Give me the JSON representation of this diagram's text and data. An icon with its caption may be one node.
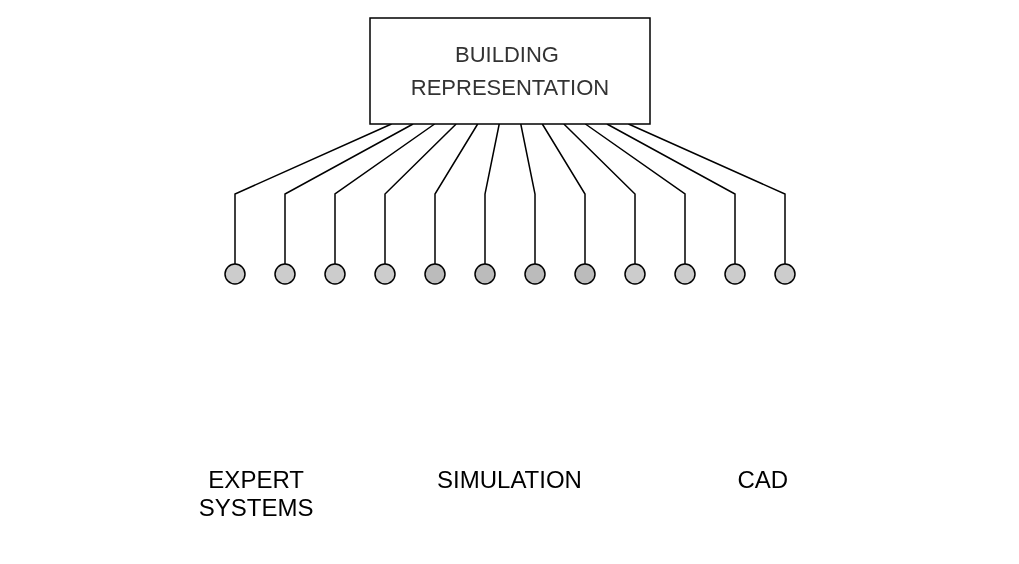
{
  "diagram": {
    "nodes": [
      {
        "text": [
          "BUILDING REPRESENTATION"
        ]
      },
      {
        "text": [],
        "shape": "circle"
      },
      {
        "text": [],
        "shape": "circle"
      },
      {
        "text": [],
        "shape": "circle"
      },
      {
        "text": [],
        "shape": "circle"
      },
      {
        "text": [],
        "shape": "circle"
      },
      {
        "text": [],
        "shape": "circle"
      },
      {
        "text": [],
        "shape": "circle"
      },
      {
        "text": [],
        "shape": "circle"
      },
      {
        "text": [],
        "shape": "circle"
      },
      {
        "text": [],
        "shape": "circle"
      },
      {
        "text": [],
        "shape": "circle"
      },
      {
        "text": [],
        "shape": "circle"
      }
    ],
    "edges": [
      {
        "from": 0,
        "to": 1,
        "arrow": "none"
      },
      {
        "from": 0,
        "to": 2,
        "arrow": "none"
      },
      {
        "from": 0,
        "to": 3,
        "arrow": "none"
      },
      {
        "from": 0,
        "to": 4,
        "arrow": "none"
      },
      {
        "from": 0,
        "to": 5,
        "arrow": "none"
      },
      {
        "from": 0,
        "to": 6,
        "arrow": "none"
      },
      {
        "from": 0,
        "to": 7,
        "arrow": "none"
      },
      {
        "from": 0,
        "to": 8,
        "arrow": "none"
      },
      {
        "from": 0,
        "to": 9,
        "arrow": "none"
      },
      {
        "from": 0,
        "to": 10,
        "arrow": "none"
      },
      {
        "from": 0,
        "to": 11,
        "arrow": "none"
      },
      {
        "from": 0,
        "to": 12,
        "arrow": "none"
      }
    ],
    "labels": [
      "EXPERT SYSTEMS",
      "SIMULATION",
      "CAD"
    ]
  }
}
